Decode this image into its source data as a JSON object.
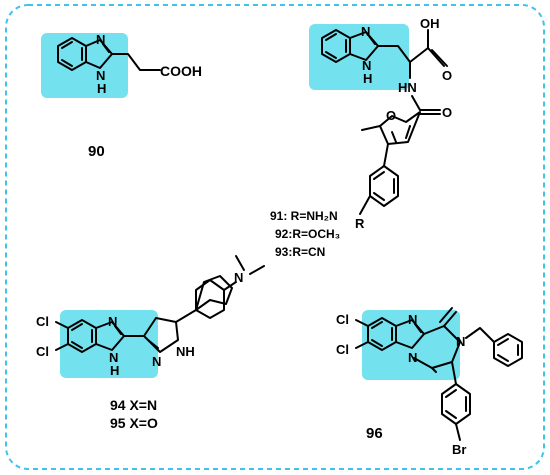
{
  "colors": {
    "border": "#3fc4e8",
    "highlight": "#00c8e0",
    "ink": "#000000"
  },
  "compounds": {
    "c90": {
      "label": "90",
      "N": "N",
      "NH": "H",
      "NH_N": "N",
      "acid": "COOH"
    },
    "c91": {
      "N": "N",
      "NH": "N",
      "NH_H": "H",
      "OH": "OH",
      "O_acid": "O",
      "HN": "HN",
      "O_amide": "O",
      "O_furan": "O",
      "R": "R",
      "labels": [
        "91: R=NH₂N",
        "92:R=OCH₃",
        "93:R=CN"
      ]
    },
    "c94": {
      "Cl1": "Cl",
      "Cl2": "Cl",
      "N": "N",
      "NH": "N",
      "NH_H": "H",
      "N_ring": "N",
      "NH_ring": "NH",
      "NMe2": "N",
      "labels": [
        "94 X=N",
        "95 X=O"
      ]
    },
    "c96": {
      "Cl1": "Cl",
      "Cl2": "Cl",
      "N_top": "N",
      "N_bridge": "N",
      "N_ring": "N",
      "Br": "Br",
      "label": "96"
    }
  }
}
